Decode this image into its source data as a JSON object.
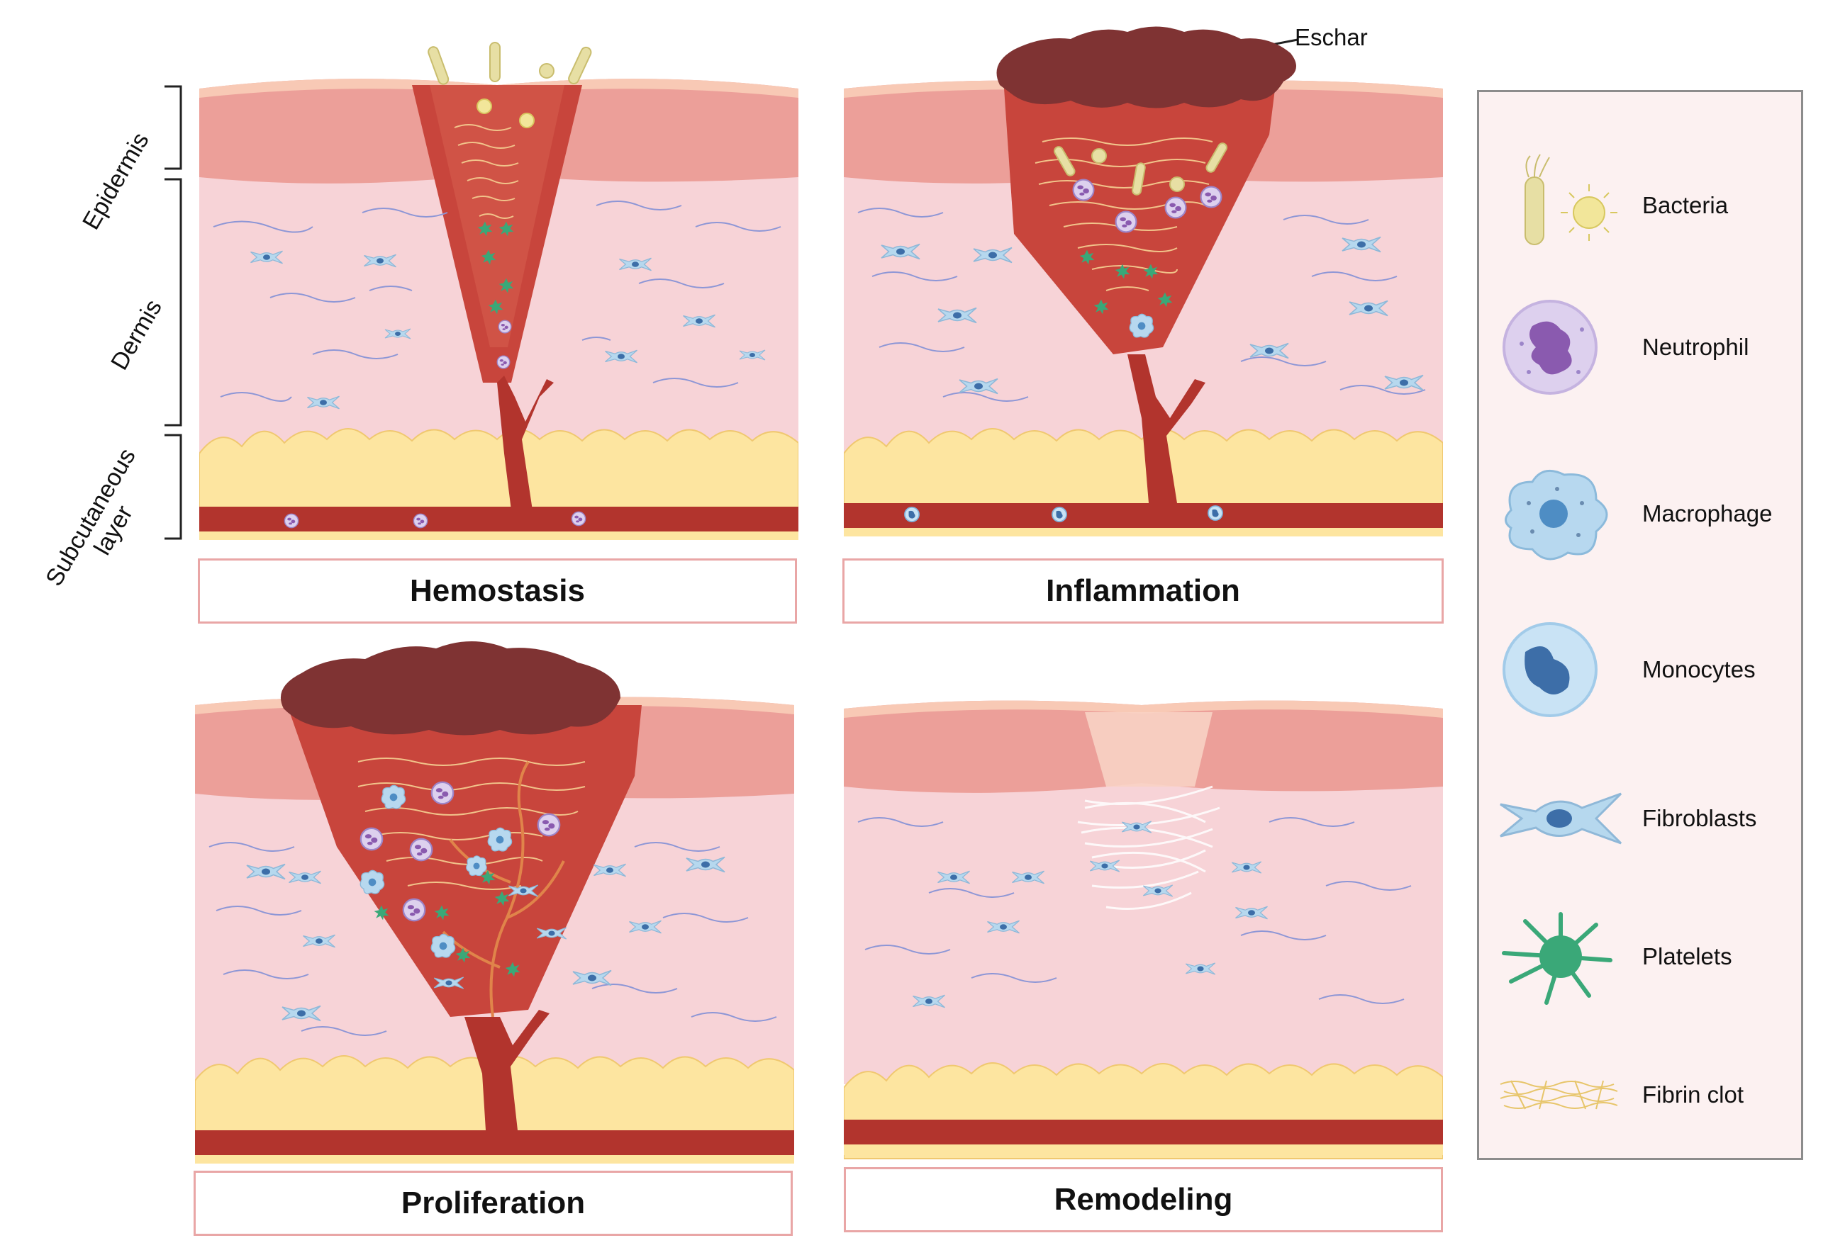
{
  "layers": {
    "epidermis": "Epidermis",
    "dermis": "Dermis",
    "subcutaneous": "Subcutaneous\nlayer"
  },
  "callout": {
    "eschar": "Eschar"
  },
  "stages": {
    "hemostasis": "Hemostasis",
    "inflammation": "Inflammation",
    "proliferation": "Proliferation",
    "remodeling": "Remodeling"
  },
  "legend": {
    "bacteria": "Bacteria",
    "neutrophil": "Neutrophil",
    "macrophage": "Macrophage",
    "monocytes": "Monocytes",
    "fibroblasts": "Fibroblasts",
    "platelets": "Platelets",
    "fibrin_clot": "Fibrin clot"
  },
  "colors": {
    "epidermis": "#ec9f99",
    "dermis": "#f7d3d7",
    "fat": "#fde5a0",
    "vessel": "#b2342d",
    "wound": "#c8453c",
    "eschar": "#7f3333",
    "platelet": "#3aa878",
    "neutrophil": "#b69ad6",
    "macrophage": "#a9d0ec",
    "fibroblast": "#b2d6ee"
  }
}
